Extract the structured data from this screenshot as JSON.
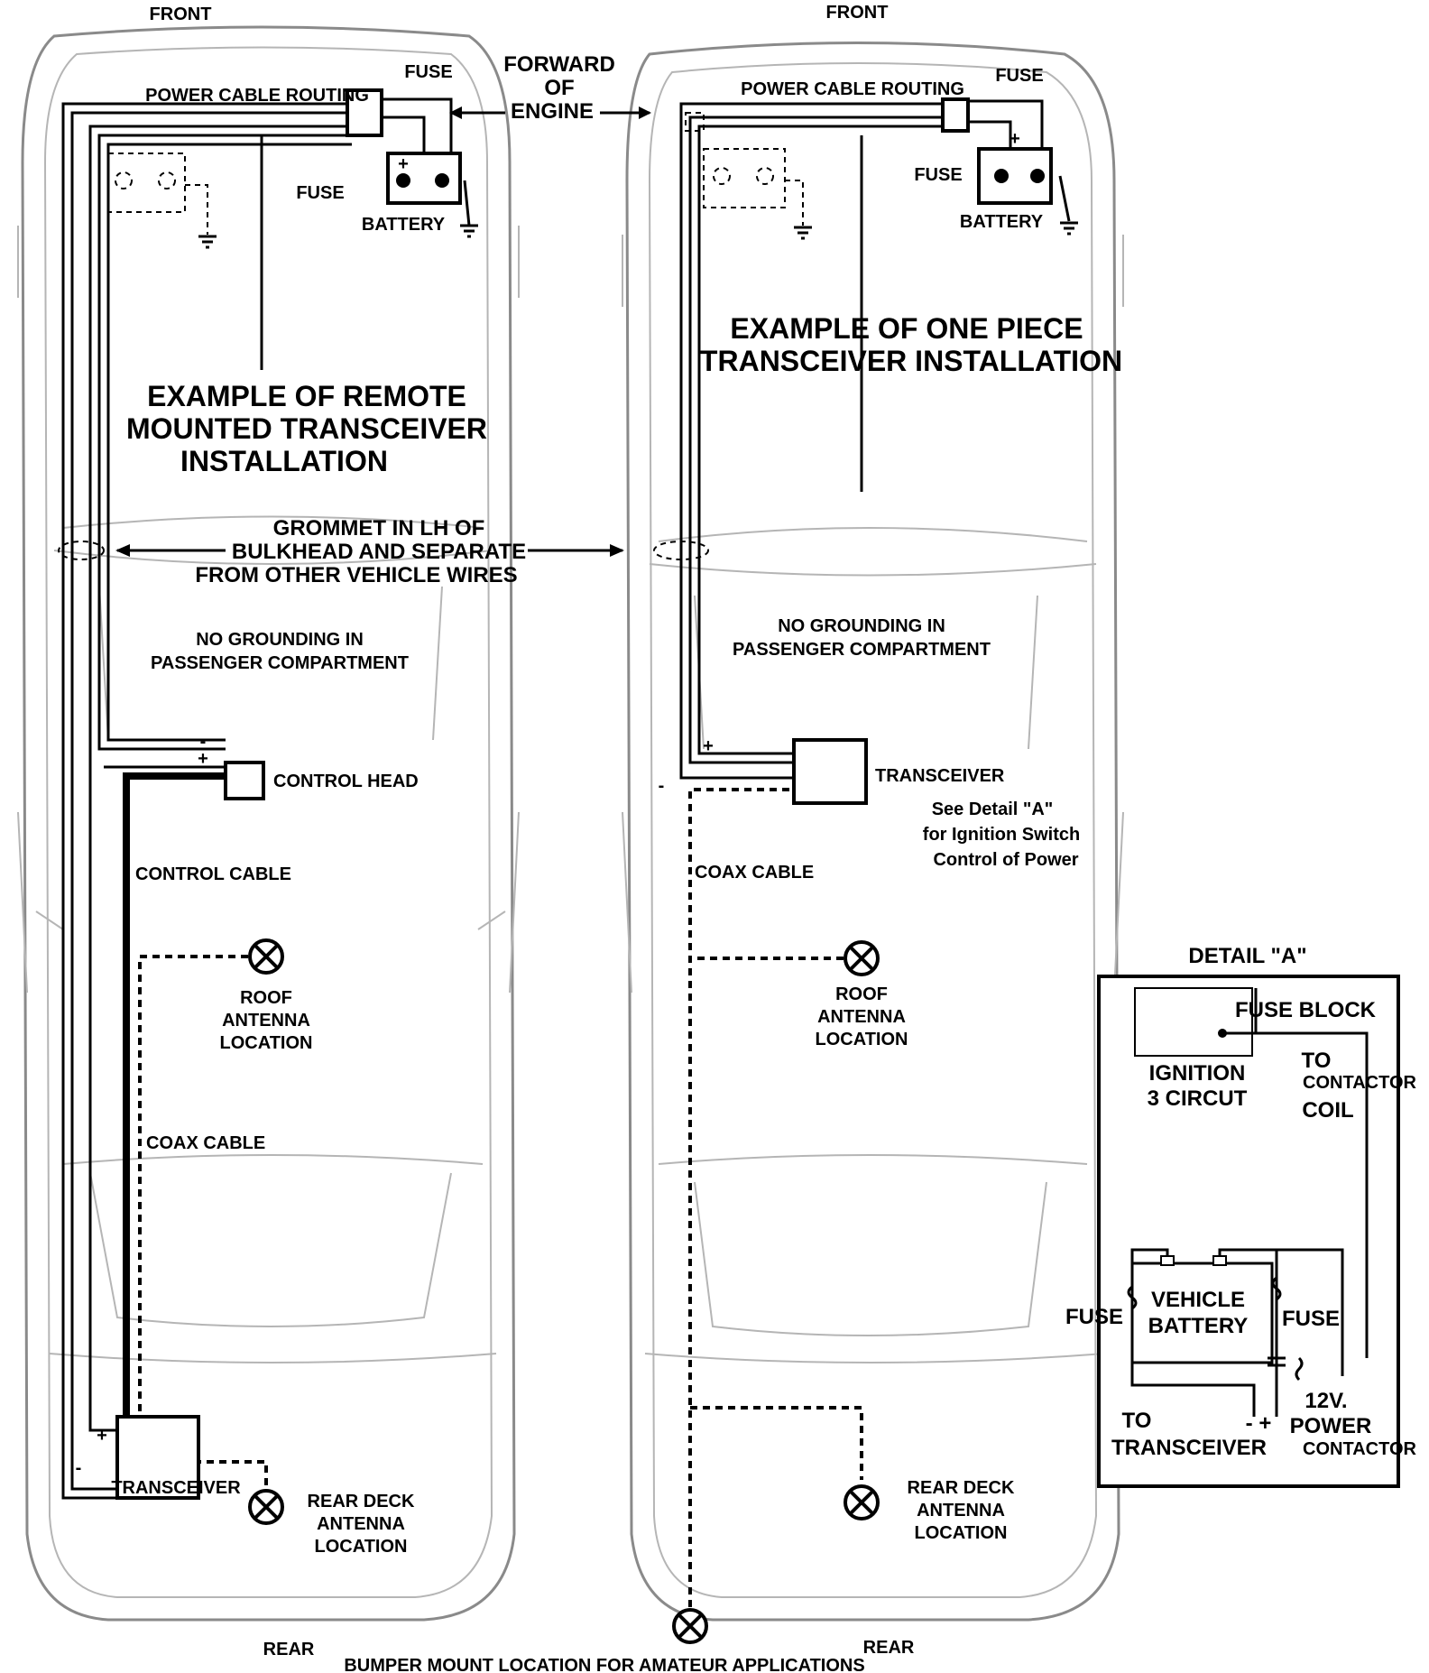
{
  "left_car": {
    "front": "FRONT",
    "rear": "REAR",
    "power_cable_routing": "POWER CABLE ROUTING",
    "fuse_top": "FUSE",
    "fuse_mid": "FUSE",
    "battery": "BATTERY",
    "title_lines": [
      "EXAMPLE OF REMOTE",
      "MOUNTED TRANSCEIVER",
      "INSTALLATION"
    ],
    "no_grounding_lines": [
      "NO GROUNDING IN",
      "PASSENGER COMPARTMENT"
    ],
    "control_head": "CONTROL HEAD",
    "control_cable": "CONTROL CABLE",
    "roof_antenna_lines": [
      "ROOF",
      "ANTENNA",
      "LOCATION"
    ],
    "coax_cable": "COAX CABLE",
    "transceiver": "TRANSCEIVER",
    "rear_deck_lines": [
      "REAR DECK",
      "ANTENNA",
      "LOCATION"
    ],
    "plus": "+",
    "minus": "-"
  },
  "center": {
    "forward_lines": [
      "FORWARD",
      "OF",
      "ENGINE"
    ],
    "grommet_lines": [
      "GROMMET IN LH OF",
      "BULKHEAD AND SEPARATE",
      "FROM OTHER VEHICLE WIRES"
    ],
    "bumper_mount": "BUMPER MOUNT LOCATION FOR AMATEUR APPLICATIONS"
  },
  "right_car": {
    "front": "FRONT",
    "rear": "REAR",
    "power_cable_routing": "POWER CABLE ROUTING",
    "fuse_top": "FUSE",
    "fuse_mid": "FUSE",
    "battery": "BATTERY",
    "title_lines": [
      "EXAMPLE OF ONE PIECE",
      "TRANSCEIVER INSTALLATION"
    ],
    "no_grounding_lines": [
      "NO GROUNDING IN",
      "PASSENGER COMPARTMENT"
    ],
    "transceiver": "TRANSCEIVER",
    "see_detail_lines": [
      "See Detail \"A\"",
      "for Ignition Switch",
      "Control of Power"
    ],
    "coax_cable": "COAX CABLE",
    "roof_antenna_lines": [
      "ROOF",
      "ANTENNA",
      "LOCATION"
    ],
    "rear_deck_lines": [
      "REAR DECK",
      "ANTENNA",
      "LOCATION"
    ],
    "plus": "+",
    "minus": "-"
  },
  "detail_a": {
    "title": "DETAIL \"A\"",
    "fuse_block": "FUSE BLOCK",
    "ignition_lines": [
      "IGNITION",
      "3 CIRCUT"
    ],
    "to": "TO",
    "contactor": "CONTACTOR",
    "coil": "COIL",
    "fuse_left": "FUSE",
    "fuse_right": "FUSE",
    "vehicle_battery_lines": [
      "VEHICLE",
      "BATTERY"
    ],
    "to_transceiver_lines": [
      "TO",
      "TRANSCEIVER"
    ],
    "power_contactor_lines": [
      "12V.",
      "POWER",
      "CONTACTOR"
    ],
    "minus_plus": "- +"
  }
}
